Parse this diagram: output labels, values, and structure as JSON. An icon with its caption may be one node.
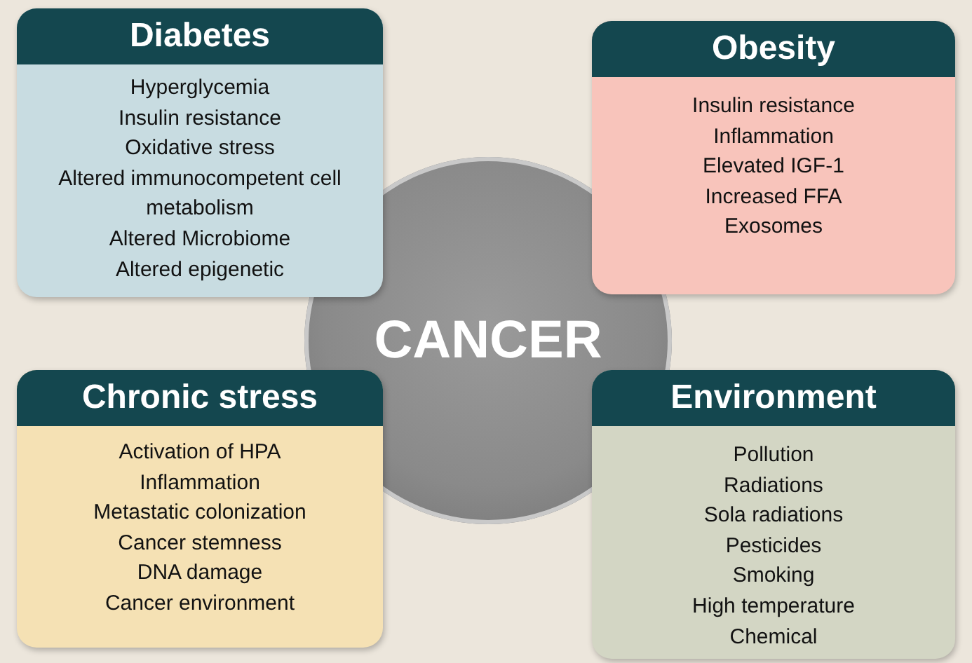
{
  "diagram": {
    "nodes": [
      {
        "text": [
          "Diabetes",
          "Hyperglycemia",
          "Insulin resistance",
          "Oxidative stress",
          "Altered immunocompetent cell metabolism",
          "Altered Microbiome",
          "Altered epigenetic"
        ]
      },
      {
        "text": [
          "Obesity",
          "Insulin resistance",
          "Inflammation",
          "Elevated IGF-1",
          "Increased FFA",
          "Exosomes"
        ]
      },
      {
        "text": [
          "CANCER"
        ]
      },
      {
        "text": [
          "Chronic stress",
          "Activation of HPA",
          "Inflammation",
          "Metastatic colonization",
          "Cancer stemness",
          "DNA damage",
          "Cancer environment"
        ]
      },
      {
        "text": [
          "Environment",
          "Pollution",
          "Radiations",
          "Sola radiations",
          "Pesticides",
          "Smoking",
          "High temperature",
          "Chemical"
        ]
      }
    ]
  }
}
